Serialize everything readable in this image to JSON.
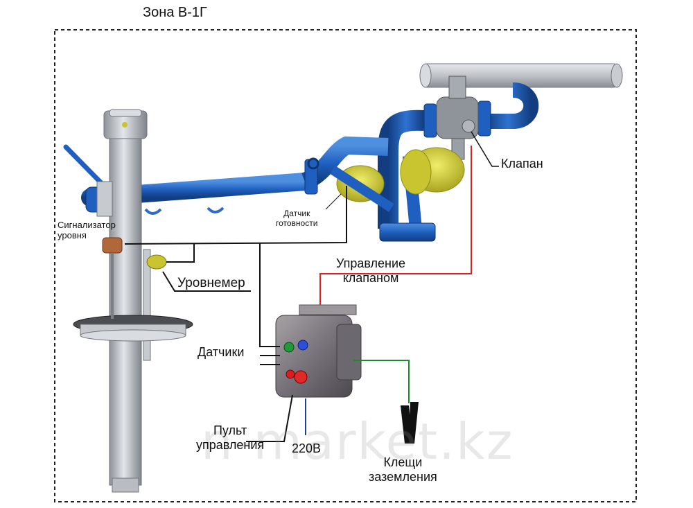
{
  "zone_title": "Зона В-1Г",
  "labels": {
    "level_alarm_line1": "Сигнализатор",
    "level_alarm_line2": "уровня",
    "ready_sensor_line1": "Датчик",
    "ready_sensor_line2": "готовности",
    "valve": "Клапан",
    "valve_control_line1": "Управление",
    "valve_control_line2": "клапаном",
    "level_gauge": "Уровнемер",
    "sensors": "Датчики",
    "control_panel_line1": "Пульт",
    "control_panel_line2": "управления",
    "power": "220В",
    "grounding_line1": "Клещи",
    "grounding_line2": "заземления"
  },
  "watermark": "n-market.kz",
  "colors": {
    "pipe_blue": "#1f5fbf",
    "pipe_grey": "#b8bcc2",
    "counterweight_yellow": "#d6d23a",
    "valve_control_wire": "#e02020",
    "ground_wire": "#1f8a2a",
    "power_wire": "#1f3fa0",
    "signal_wire": "#111111",
    "zone_border": "#222222"
  }
}
